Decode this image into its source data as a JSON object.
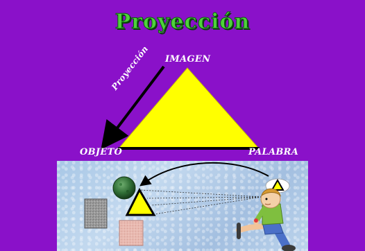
{
  "slide": {
    "title": "Proyección",
    "vertices": {
      "top": "IMAGEN",
      "left": "OBJETO",
      "right": "PALABRA"
    },
    "arrow_label": "Proyección"
  },
  "colors": {
    "background": "#8a11c9",
    "triangle_fill": "#ffff00",
    "title_green": "#4fd23a",
    "panel": "#b3cde9"
  },
  "scene": {
    "icons": [
      "green-sphere-icon",
      "gray-square-icon",
      "pink-square-icon",
      "yellow-triangle-icon",
      "thought-bubble-triangle-icon",
      "child-sitting-icon",
      "curved-arrow-icon",
      "sight-lines-icon"
    ]
  }
}
